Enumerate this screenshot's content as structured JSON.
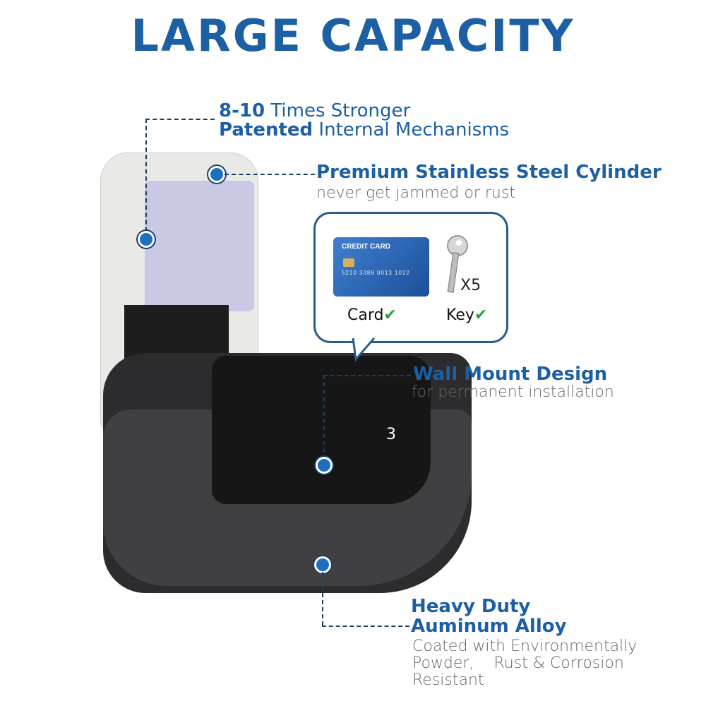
{
  "title": "LARGE CAPACITY",
  "features": {
    "mechanism": {
      "bold_1": "8-10",
      "text_1": " Times Stronger",
      "bold_2": "Patented",
      "text_2": " Internal Mechanisms"
    },
    "cylinder": {
      "heading": "Premium Stainless Steel Cylinder",
      "sub": "never get jammed or rust"
    },
    "wall_mount": {
      "heading": "Wall Mount Design",
      "sub": "for permanent installation"
    },
    "alloy": {
      "heading_1": "Heavy Duty",
      "heading_2": "Auminum Alloy",
      "sub_1": "Coated with Environmentally",
      "sub_2": "Powder,    Rust & Corrosion",
      "sub_3": "Resistant"
    }
  },
  "capacity_bubble": {
    "card": {
      "header": "CREDIT CARD",
      "number": "5210 3388 0013 1022",
      "label": "Card",
      "check": "✔"
    },
    "key": {
      "count": "X5",
      "label": "Key",
      "check": "✔"
    }
  },
  "product": {
    "compartment_number": "3"
  },
  "colors": {
    "brand_blue": "#1d5fa3",
    "dot_blue": "#1e6fc0",
    "check_green": "#2aa33a",
    "grey_text": "#666666"
  }
}
